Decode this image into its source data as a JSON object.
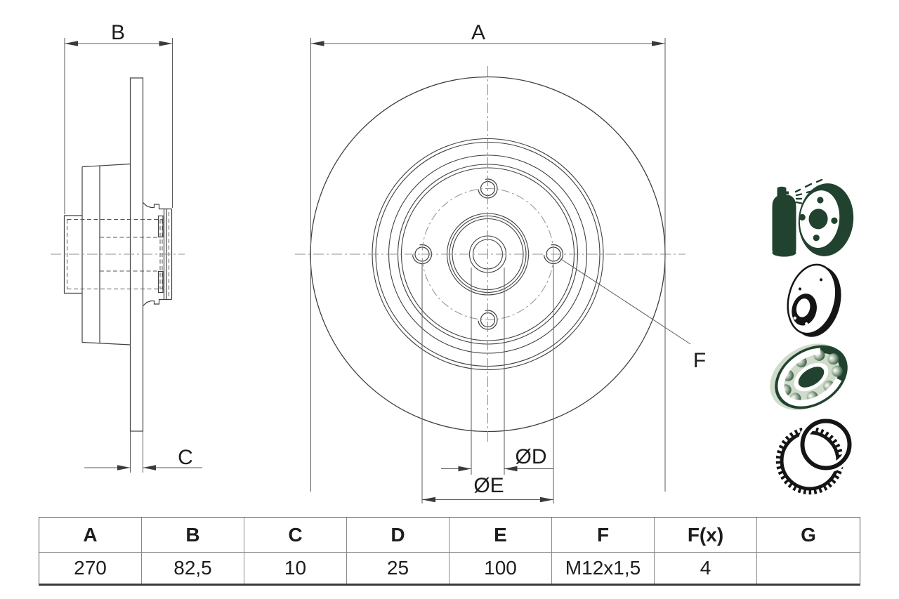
{
  "drawing": {
    "labels": {
      "a": "A",
      "b": "B",
      "c": "C",
      "d": "ØD",
      "e": "ØE",
      "f": "F"
    }
  },
  "spec_table": {
    "headers": [
      "A",
      "B",
      "C",
      "D",
      "E",
      "F",
      "F(x)",
      "G"
    ],
    "values": [
      "270",
      "82,5",
      "10",
      "25",
      "100",
      "M12x1,5",
      "4",
      ""
    ]
  },
  "icons": [
    {
      "name": "spray-coated-disc-icon"
    },
    {
      "name": "brake-disc-icon"
    },
    {
      "name": "wheel-bearing-icon"
    },
    {
      "name": "abs-sensor-ring-icon"
    }
  ],
  "colors": {
    "part_line": "#3f3f3f",
    "dim_line": "#5a5a5a",
    "centerline": "#909090",
    "text": "#1d1d1d",
    "icon_green": "#20422f",
    "icon_black": "#151515",
    "icon_sage": "#cfdccb"
  }
}
